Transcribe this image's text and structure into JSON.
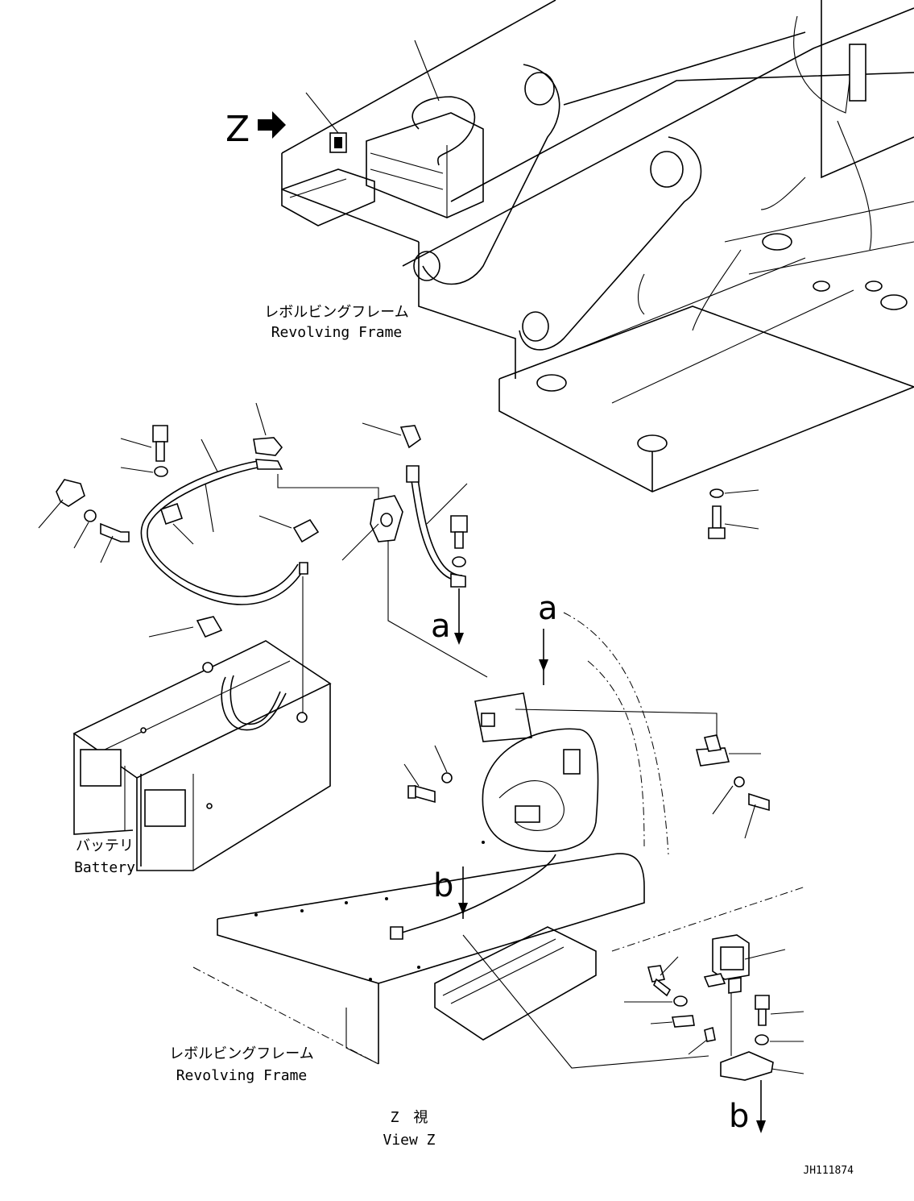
{
  "labels": {
    "frame_top_jp": "レボルビングフレーム",
    "frame_top_en": "Revolving Frame",
    "frame_bottom_jp": "レボルビングフレーム",
    "frame_bottom_en": "Revolving Frame",
    "battery_jp": "バッテリ",
    "battery_en": "Battery",
    "view_jp": "Z　視",
    "view_en": "View Z",
    "view_marker": "Z",
    "ref_a_upper": "a",
    "ref_a_lower": "a",
    "ref_b_upper": "b",
    "ref_b_lower": "b",
    "drawing_code": "JH111874"
  },
  "icons": [
    "view-direction-arrow-icon",
    "reference-arrow-icon"
  ]
}
